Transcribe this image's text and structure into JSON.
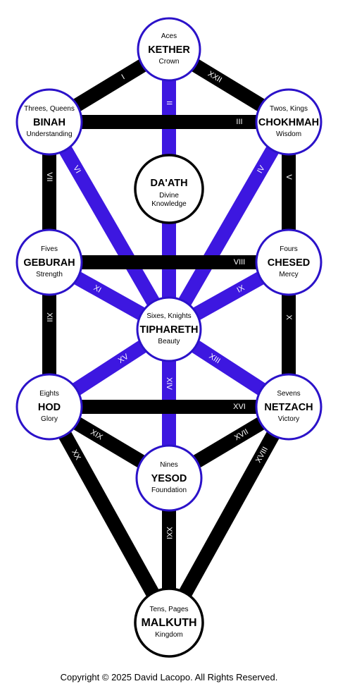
{
  "colors": {
    "black_path": "#000000",
    "blue_path": "#3d17e0",
    "blue_circle_border": "#2b12c9",
    "black_circle_border": "#000000",
    "node_fill": "#ffffff",
    "path_label": "#ffffff"
  },
  "nodes": [
    {
      "id": "kether",
      "top": "Aces",
      "name": "KETHER",
      "sub": "Crown"
    },
    {
      "id": "binah",
      "top": "Threes, Queens",
      "name": "BINAH",
      "sub": "Understanding"
    },
    {
      "id": "chokhmah",
      "top": "Twos, Kings",
      "name": "CHOKHMAH",
      "sub": "Wisdom"
    },
    {
      "id": "daath",
      "top": "",
      "name": "DA'ATH",
      "sub": "Divine Knowledge"
    },
    {
      "id": "geburah",
      "top": "Fives",
      "name": "GEBURAH",
      "sub": "Strength"
    },
    {
      "id": "chesed",
      "top": "Fours",
      "name": "CHESED",
      "sub": "Mercy"
    },
    {
      "id": "tiphareth",
      "top": "Sixes, Knights",
      "name": "TIPHARETH",
      "sub": "Beauty"
    },
    {
      "id": "hod",
      "top": "Eights",
      "name": "HOD",
      "sub": "Glory"
    },
    {
      "id": "netzach",
      "top": "Sevens",
      "name": "NETZACH",
      "sub": "Victory"
    },
    {
      "id": "yesod",
      "top": "Nines",
      "name": "YESOD",
      "sub": "Foundation"
    },
    {
      "id": "malkuth",
      "top": "Tens, Pages",
      "name": "MALKUTH",
      "sub": "Kingdom"
    }
  ],
  "paths": [
    {
      "label": "I",
      "from": "kether",
      "to": "binah",
      "color": "black"
    },
    {
      "label": "II",
      "from": "kether",
      "to": "daath",
      "color": "blue"
    },
    {
      "label": "XXII",
      "from": "kether",
      "to": "chokhmah",
      "color": "black"
    },
    {
      "label": "III",
      "from": "binah",
      "to": "chokhmah",
      "color": "black"
    },
    {
      "label": "VII",
      "from": "binah",
      "to": "geburah",
      "color": "black"
    },
    {
      "label": "VI",
      "from": "binah",
      "to": "tiphareth",
      "color": "blue"
    },
    {
      "label": "IV",
      "from": "chokhmah",
      "to": "tiphareth",
      "color": "blue"
    },
    {
      "label": "V",
      "from": "chokhmah",
      "to": "chesed",
      "color": "black"
    },
    {
      "label": "",
      "from": "daath",
      "to": "tiphareth",
      "color": "blue"
    },
    {
      "label": "VIII",
      "from": "geburah",
      "to": "chesed",
      "color": "black"
    },
    {
      "label": "XI",
      "from": "geburah",
      "to": "tiphareth",
      "color": "blue"
    },
    {
      "label": "IX",
      "from": "chesed",
      "to": "tiphareth",
      "color": "blue"
    },
    {
      "label": "XII",
      "from": "geburah",
      "to": "hod",
      "color": "black"
    },
    {
      "label": "X",
      "from": "chesed",
      "to": "netzach",
      "color": "black"
    },
    {
      "label": "XV",
      "from": "tiphareth",
      "to": "hod",
      "color": "blue"
    },
    {
      "label": "XIII",
      "from": "tiphareth",
      "to": "netzach",
      "color": "blue"
    },
    {
      "label": "XIV",
      "from": "tiphareth",
      "to": "yesod",
      "color": "blue"
    },
    {
      "label": "XVI",
      "from": "hod",
      "to": "netzach",
      "color": "black"
    },
    {
      "label": "XIX",
      "from": "hod",
      "to": "yesod",
      "color": "black"
    },
    {
      "label": "XVII",
      "from": "netzach",
      "to": "yesod",
      "color": "black"
    },
    {
      "label": "XX",
      "from": "hod",
      "to": "malkuth",
      "color": "black"
    },
    {
      "label": "XVIII",
      "from": "netzach",
      "to": "malkuth",
      "color": "black"
    },
    {
      "label": "XXI",
      "from": "yesod",
      "to": "malkuth",
      "color": "black"
    }
  ],
  "footer": {
    "copyright": "Copyright © 2025 David Lacopo. All Rights Reserved."
  }
}
